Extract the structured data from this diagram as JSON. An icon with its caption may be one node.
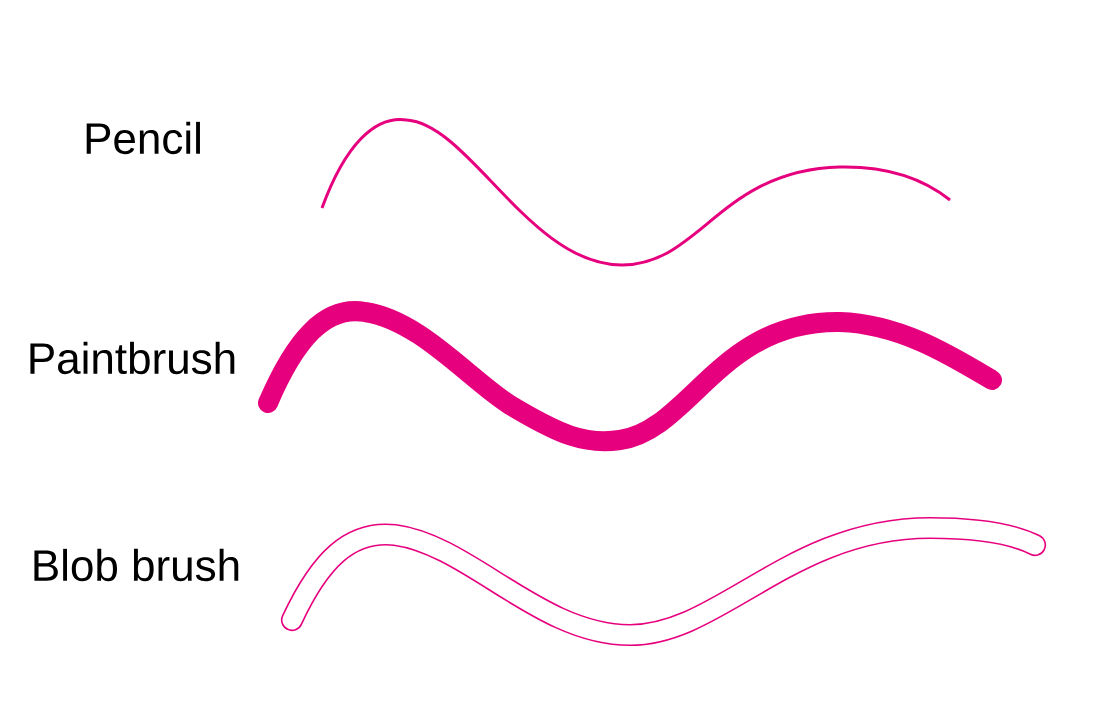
{
  "diagram": {
    "labels": [
      "Pencil",
      "Paintbrush",
      "Blob brush"
    ]
  }
}
